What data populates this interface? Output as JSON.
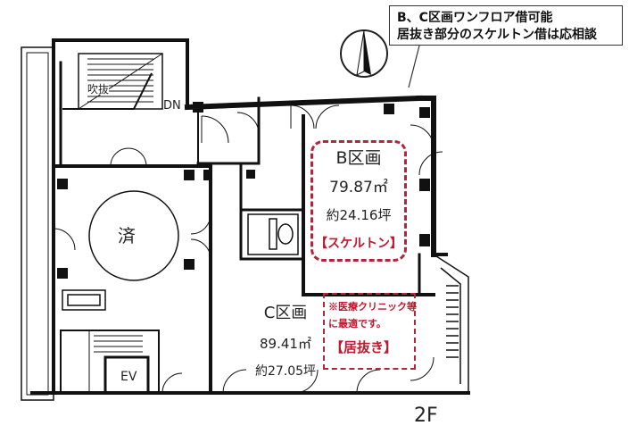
{
  "callout": {
    "line1": "B、C区画ワンフロア借可能",
    "line2": "居抜き部分のスケルトン借は応相談"
  },
  "room_b": {
    "title": "B区画",
    "area": "79.87㎡",
    "tsubo": "約24.16坪",
    "tag": "【スケルトン】"
  },
  "room_c": {
    "title": "C区画",
    "area": "89.41㎡",
    "tsubo": "約27.05坪",
    "note_line1": "※医療クリニック等",
    "note_line2": "に最適です。",
    "tag": "【居抜き】"
  },
  "labels": {
    "occupied": "済",
    "void": "吹抜",
    "down": "DN",
    "elevator": "EV",
    "floor": "2F"
  },
  "colors": {
    "wall": "#111111",
    "accent_red": "#c2182d",
    "dash_red": "#b0263a"
  }
}
